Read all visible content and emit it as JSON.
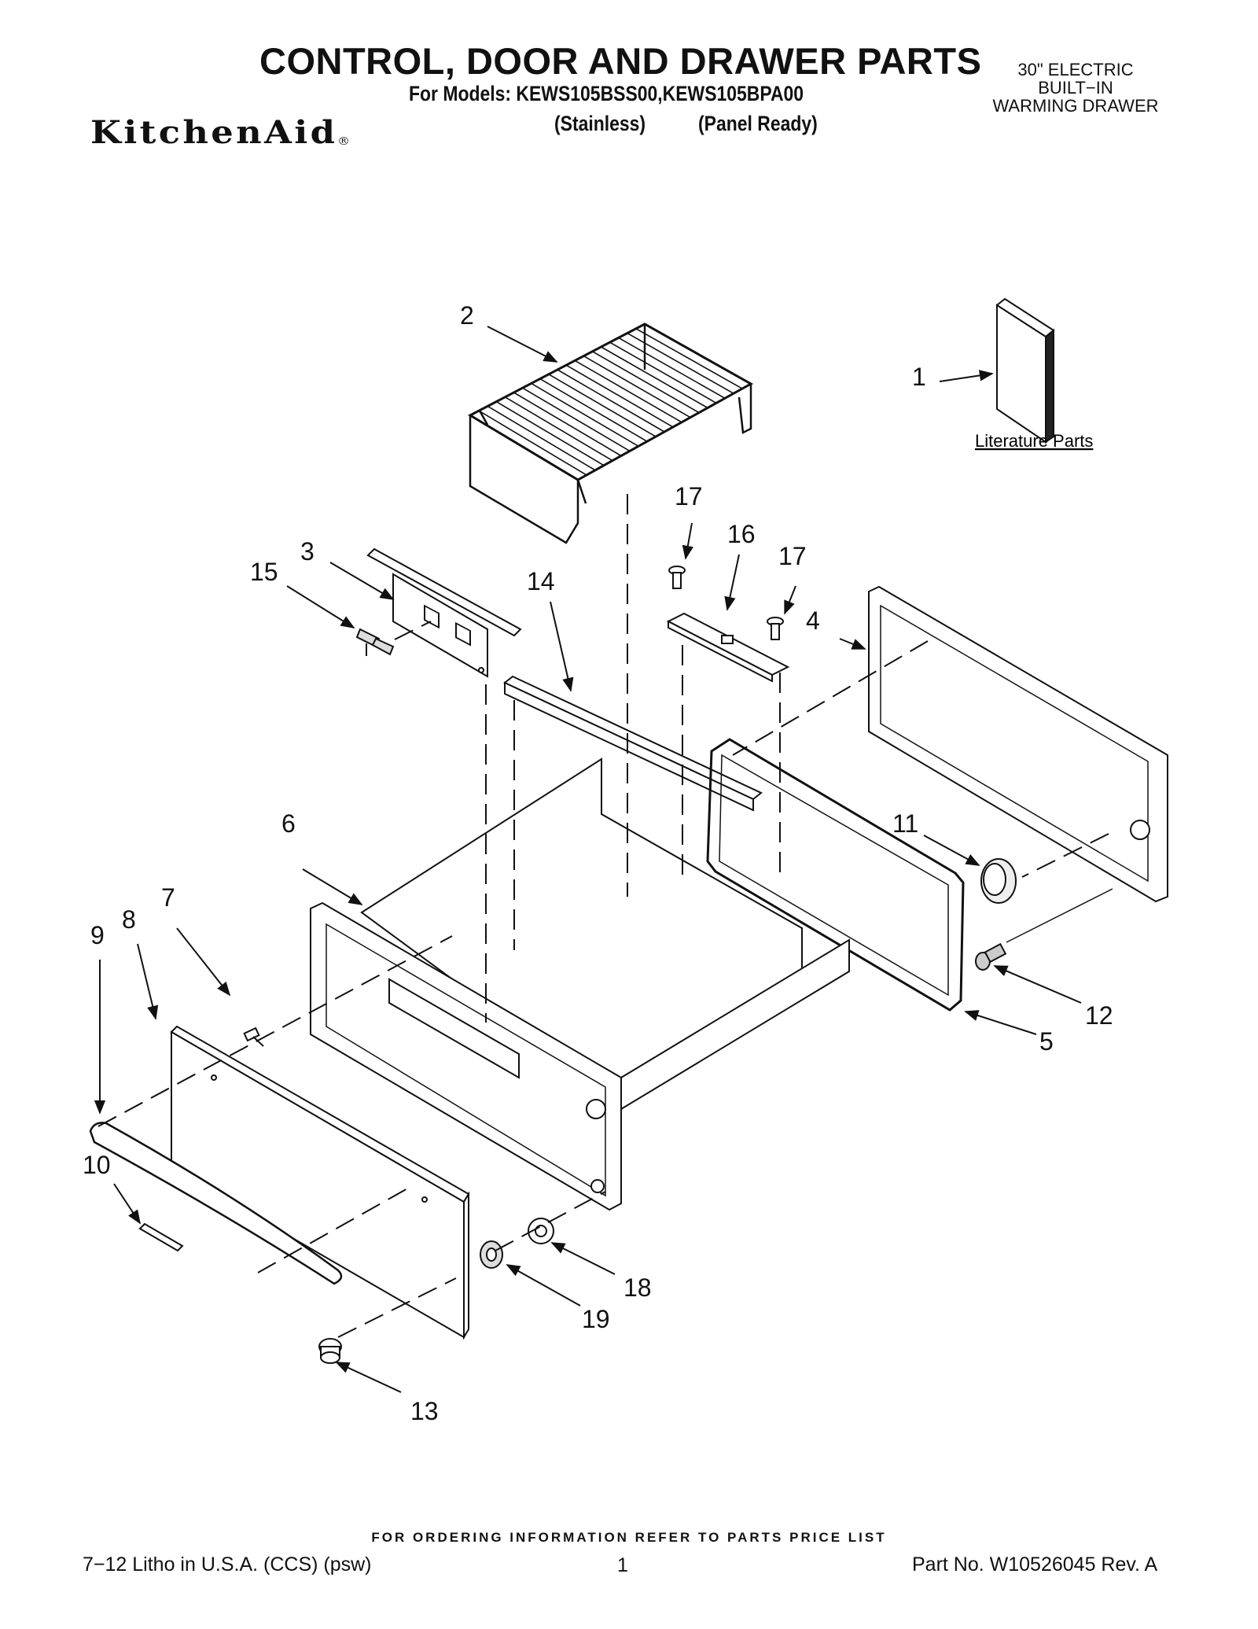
{
  "header": {
    "title": "CONTROL, DOOR AND DRAWER PARTS",
    "models_line": "For Models: KEWS105BSS00,KEWS105BPA00",
    "variant_stainless": "(Stainless)",
    "variant_panel": "(Panel Ready)",
    "brand": "KitchenAid",
    "brand_mark": "®",
    "product_line_1": "30\" ELECTRIC",
    "product_line_2": "BUILT−IN",
    "product_line_3": "WARMING DRAWER"
  },
  "diagram": {
    "literature_label": "Literature Parts",
    "callouts": [
      "1",
      "2",
      "3",
      "4",
      "5",
      "6",
      "7",
      "8",
      "9",
      "10",
      "11",
      "12",
      "13",
      "14",
      "15",
      "16",
      "17",
      "17",
      "18",
      "19"
    ]
  },
  "footer": {
    "ordering_note": "FOR ORDERING INFORMATION REFER TO PARTS PRICE LIST",
    "litho": "7−12 Litho in U.S.A. (CCS) (psw)",
    "page_number": "1",
    "part_number": "Part No. W10526045 Rev. A"
  }
}
